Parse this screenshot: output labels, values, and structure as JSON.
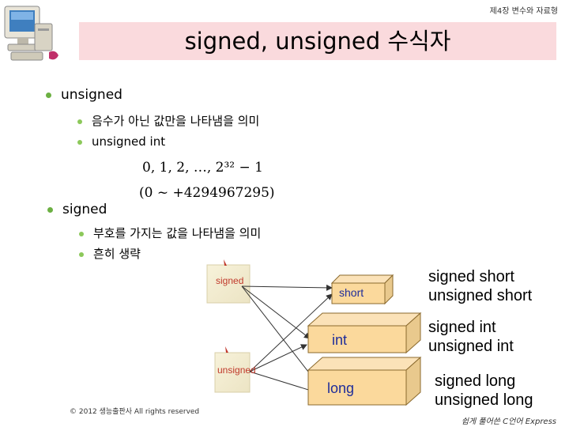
{
  "header": {
    "chapter": "제4장 변수와 자료형",
    "title": "signed, unsigned 수식자"
  },
  "bullets": {
    "unsigned": {
      "label": "unsigned",
      "items": [
        "음수가 아닌 값만을 나타냄을 의미",
        "unsigned int"
      ]
    },
    "formula_line1": "0,  1,  2, …,  2³² − 1",
    "formula_line2": "(0  ~  +4294967295)",
    "signed": {
      "label": "signed",
      "items": [
        "부호를 가지는 값을 나타냄을 의미",
        "흔히 생략"
      ]
    }
  },
  "diagram": {
    "sources": [
      "signed",
      "unsigned"
    ],
    "boxes": [
      "short",
      "int",
      "long"
    ],
    "types": {
      "short": [
        "signed short",
        "unsigned short"
      ],
      "int": [
        "signed int",
        "unsigned int"
      ],
      "long": [
        "signed long",
        "unsigned long"
      ]
    }
  },
  "footer": {
    "left": "© 2012 생능출판사  All rights reserved",
    "right": "쉽게 풀어쓴 C언어 Express"
  },
  "colors": {
    "title_band": "#fadadd",
    "bullet": "#6cb043",
    "source_label": "#c0392b",
    "box_label": "#1f2d9a"
  }
}
